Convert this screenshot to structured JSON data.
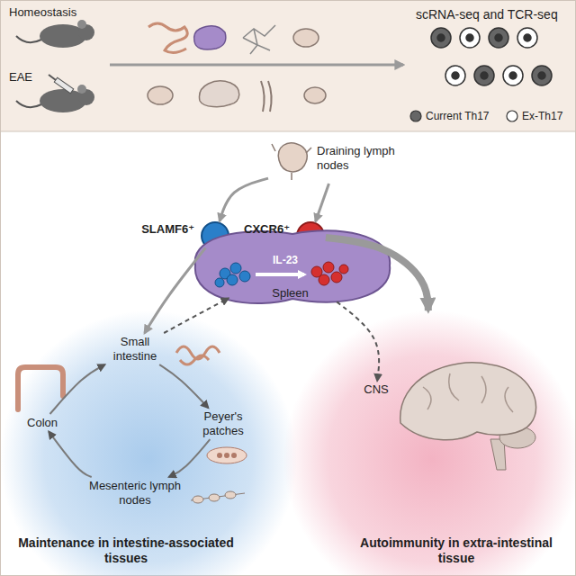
{
  "diagram": {
    "nodes": [
      {
        "text": [
          "Draining lymph nodes"
        ]
      },
      {
        "text": [
          "SLAMF6⁺"
        ]
      },
      {
        "text": [
          "CXCR6⁺"
        ]
      },
      {
        "text": [
          "Spleen"
        ]
      },
      {
        "text": [
          "Maintenance in intestine-associated tissues"
        ]
      },
      {
        "text": [
          "Small intestine"
        ],
        "in": 4
      },
      {
        "text": [
          "Colon"
        ],
        "in": 4
      },
      {
        "text": [
          "Peyer's patches"
        ],
        "in": 4
      },
      {
        "text": [
          "Mesenteric lymph nodes"
        ],
        "in": 4
      },
      {
        "text": [
          "Autoimmunity in extra-intestinal tissue"
        ]
      },
      {
        "text": [
          "CNS"
        ],
        "in": 9
      }
    ],
    "edges": [
      {
        "from": 0,
        "to": 1,
        "arrow": "to"
      },
      {
        "from": 0,
        "to": 2,
        "arrow": "to"
      },
      {
        "from": 1,
        "to": 5,
        "arrow": "to"
      },
      {
        "from": 2,
        "to": 9,
        "arrow": "to"
      },
      {
        "from": 5,
        "to": 3,
        "arrow": "to"
      },
      {
        "from": 3,
        "to": 10,
        "arrow": "to"
      },
      {
        "from": 5,
        "to": 7,
        "arrow": "to"
      },
      {
        "from": 7,
        "to": 8,
        "arrow": "to"
      },
      {
        "from": 8,
        "to": 6,
        "arrow": "to"
      },
      {
        "from": 6,
        "to": 5,
        "arrow": "to"
      }
    ],
    "labels": [
      "Homeostasis",
      "EAE",
      "scRNA-seq and TCR-seq",
      "IL-23"
    ],
    "legend": [
      {
        "text": "Current Th17",
        "color": "#666666"
      },
      {
        "text": "Ex-Th17",
        "color": "#ffffff"
      }
    ]
  }
}
